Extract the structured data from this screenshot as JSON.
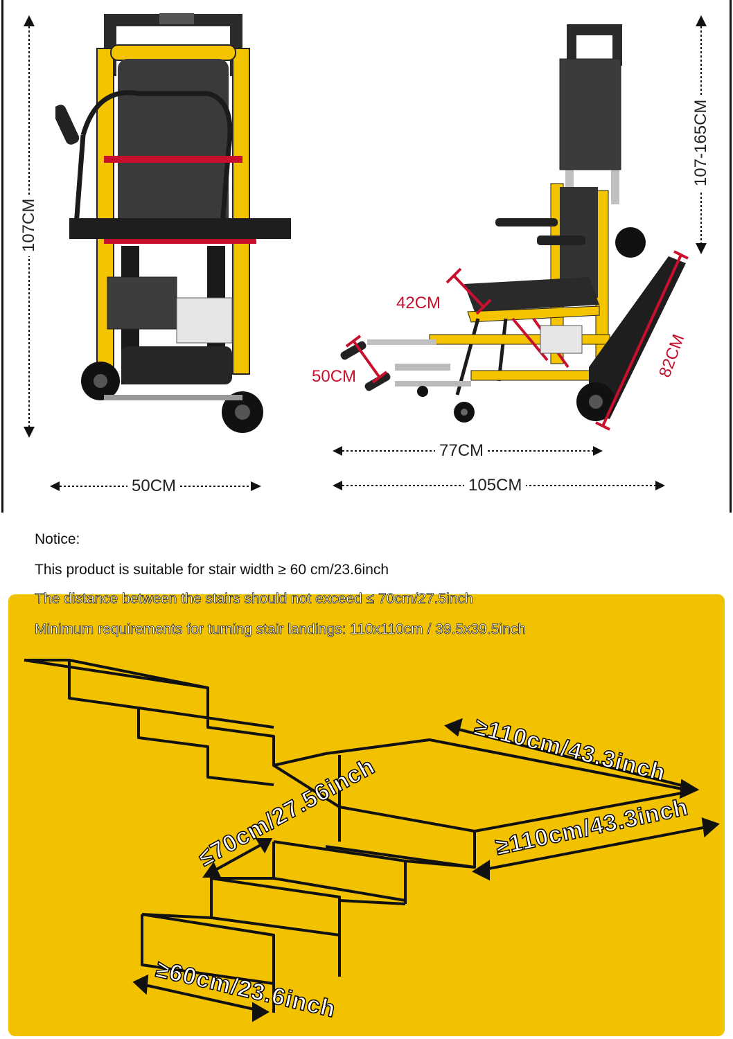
{
  "dimensions": {
    "height_left": "107CM",
    "width_left": "50CM",
    "height_right": "107-165CM",
    "seat_depth": "42CM",
    "handle_length": "50CM",
    "track_length": "82CM",
    "base_length": "77CM",
    "total_length": "105CM"
  },
  "notice": {
    "title": "Notice:",
    "line1": "This product is suitable for stair width ≥ 60 cm/23.6inch",
    "line2": "The distance between the stairs should not exceed ≤ 70cm/27.5inch",
    "line3": "Minimum requirements for turning stair landings: 110x110cm / 39.5x39.5inch"
  },
  "stairs": {
    "landing_top": "≥110cm/43.3inch",
    "landing_side": "≥110cm/43.3inch",
    "stair_distance": "≤70cm/27.56inch",
    "stair_width": "≥60cm/23.6inch"
  },
  "colors": {
    "frame_yellow": "#f5c400",
    "panel_yellow": "#f2c200",
    "accent_red": "#c8102e"
  }
}
